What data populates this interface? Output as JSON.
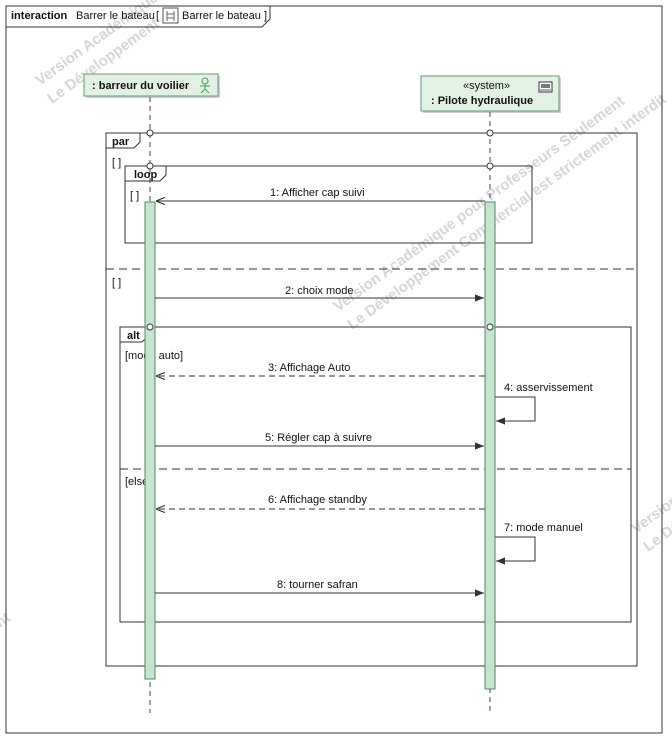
{
  "frame": {
    "keyword": "interaction",
    "name": "Barrer le bateau",
    "bracket_open": "[",
    "diagram_name": "Barrer le bateau",
    "bracket_close": "]"
  },
  "watermarks": {
    "left_line1": "Version Académique",
    "left_line2": "Le Développement",
    "right_line1": "Version Académique pour Professeurs Seulement",
    "right_line2": "Le Développement Commercial est strictement interdit",
    "right_edge1": "Version",
    "right_edge2": "Le Développ",
    "left_edge": "nt"
  },
  "lifelines": [
    {
      "name": ": barreur du voilier",
      "stereotype": "",
      "kind": "actor"
    },
    {
      "name": ": Pilote hydraulique",
      "stereotype": "«system»",
      "kind": "system"
    }
  ],
  "fragments": {
    "par": {
      "operator": "par",
      "guard1": "[ ]",
      "guard2": "[ ]"
    },
    "loop": {
      "operator": "loop",
      "guard": "[ ]"
    },
    "alt": {
      "operator": "alt",
      "guard1": "[mode auto]",
      "guard2": "[else]"
    }
  },
  "messages": [
    {
      "label": "1: Afficher cap suivi",
      "kind": "sync"
    },
    {
      "label": "2: choix mode",
      "kind": "sync"
    },
    {
      "label": "3: Affichage Auto",
      "kind": "reply"
    },
    {
      "label": "4: asservissement",
      "kind": "self"
    },
    {
      "label": "5: Régler cap à suivre",
      "kind": "sync"
    },
    {
      "label": "6: Affichage standby",
      "kind": "reply"
    },
    {
      "label": "7: mode manuel",
      "kind": "self"
    },
    {
      "label": "8: tourner safran",
      "kind": "sync"
    }
  ],
  "colors": {
    "lifeline_head_fill": "#e3f1e5",
    "activation_fill": "#c7e4d1",
    "activation_stroke": "#4e8a68",
    "actor_icon": "#3aa05a",
    "line": "#333333",
    "watermark": "#d6d6d6"
  }
}
